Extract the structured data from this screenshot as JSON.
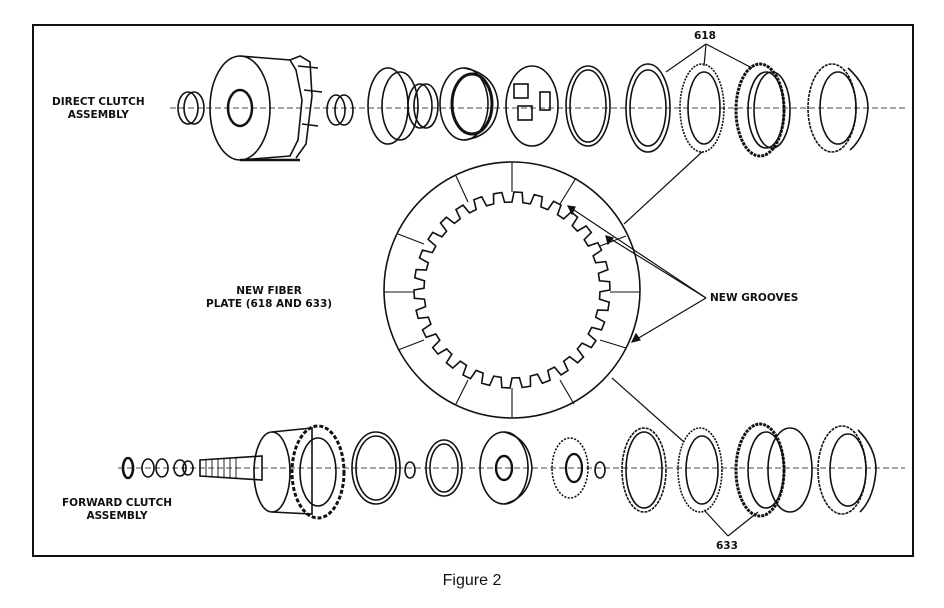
{
  "labels": {
    "direct_clutch": [
      "DIRECT CLUTCH",
      "ASSEMBLY"
    ],
    "forward_clutch": [
      "FORWARD CLUTCH",
      "ASSEMBLY"
    ],
    "new_fiber": [
      "NEW FIBER",
      "PLATE (618 AND 633)"
    ],
    "new_grooves": "NEW GROOVES",
    "callout_top": "618",
    "callout_bottom": "633"
  },
  "caption": "Figure 2",
  "colors": {
    "ink": "#111111",
    "paper": "#ffffff"
  }
}
